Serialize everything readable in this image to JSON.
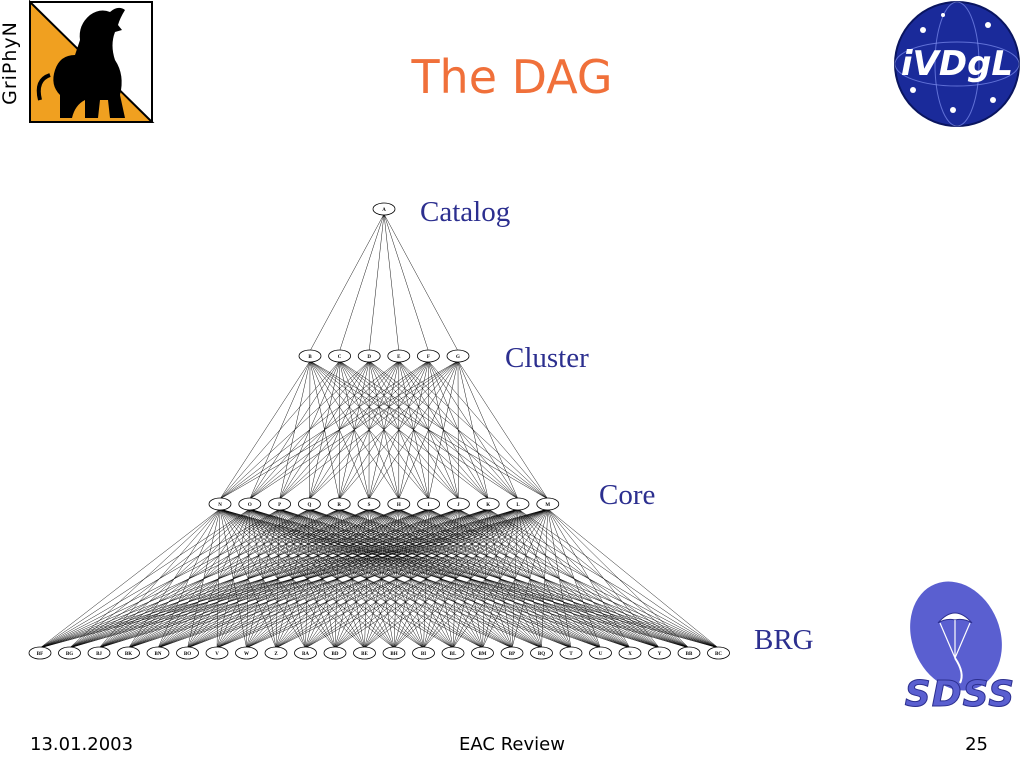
{
  "slide": {
    "title": "The DAG",
    "footer_date": "13.01.2003",
    "footer_center": "EAC Review",
    "page_number": "25"
  },
  "logos": {
    "left": {
      "text": "GriPhyN"
    },
    "right_top": {
      "text": "iVDgL"
    },
    "right_bottom": {
      "text": "SDSS"
    }
  },
  "dag": {
    "levels": [
      {
        "label": "Catalog",
        "nodes": [
          "A"
        ]
      },
      {
        "label": "Cluster",
        "nodes": [
          "B",
          "C",
          "D",
          "E",
          "F",
          "G"
        ]
      },
      {
        "label": "Core",
        "nodes": [
          "N",
          "O",
          "P",
          "Q",
          "R",
          "S",
          "H",
          "I",
          "J",
          "K",
          "L",
          "M"
        ]
      },
      {
        "label": "BRG",
        "nodes": [
          "BF",
          "BG",
          "BJ",
          "BK",
          "BN",
          "BO",
          "V",
          "W",
          "Z",
          "BA",
          "BD",
          "BE",
          "BH",
          "BI",
          "BL",
          "BM",
          "BP",
          "BQ",
          "T",
          "U",
          "X",
          "Y",
          "BB",
          "BC"
        ]
      }
    ],
    "edge_pattern": "each node connects to every node of the next level"
  },
  "colors": {
    "title": "#f0703a",
    "labels": "#2c2f8f",
    "sdss_blue": "#5a5fd0",
    "ivdgl_blue": "#1a2a9a"
  }
}
